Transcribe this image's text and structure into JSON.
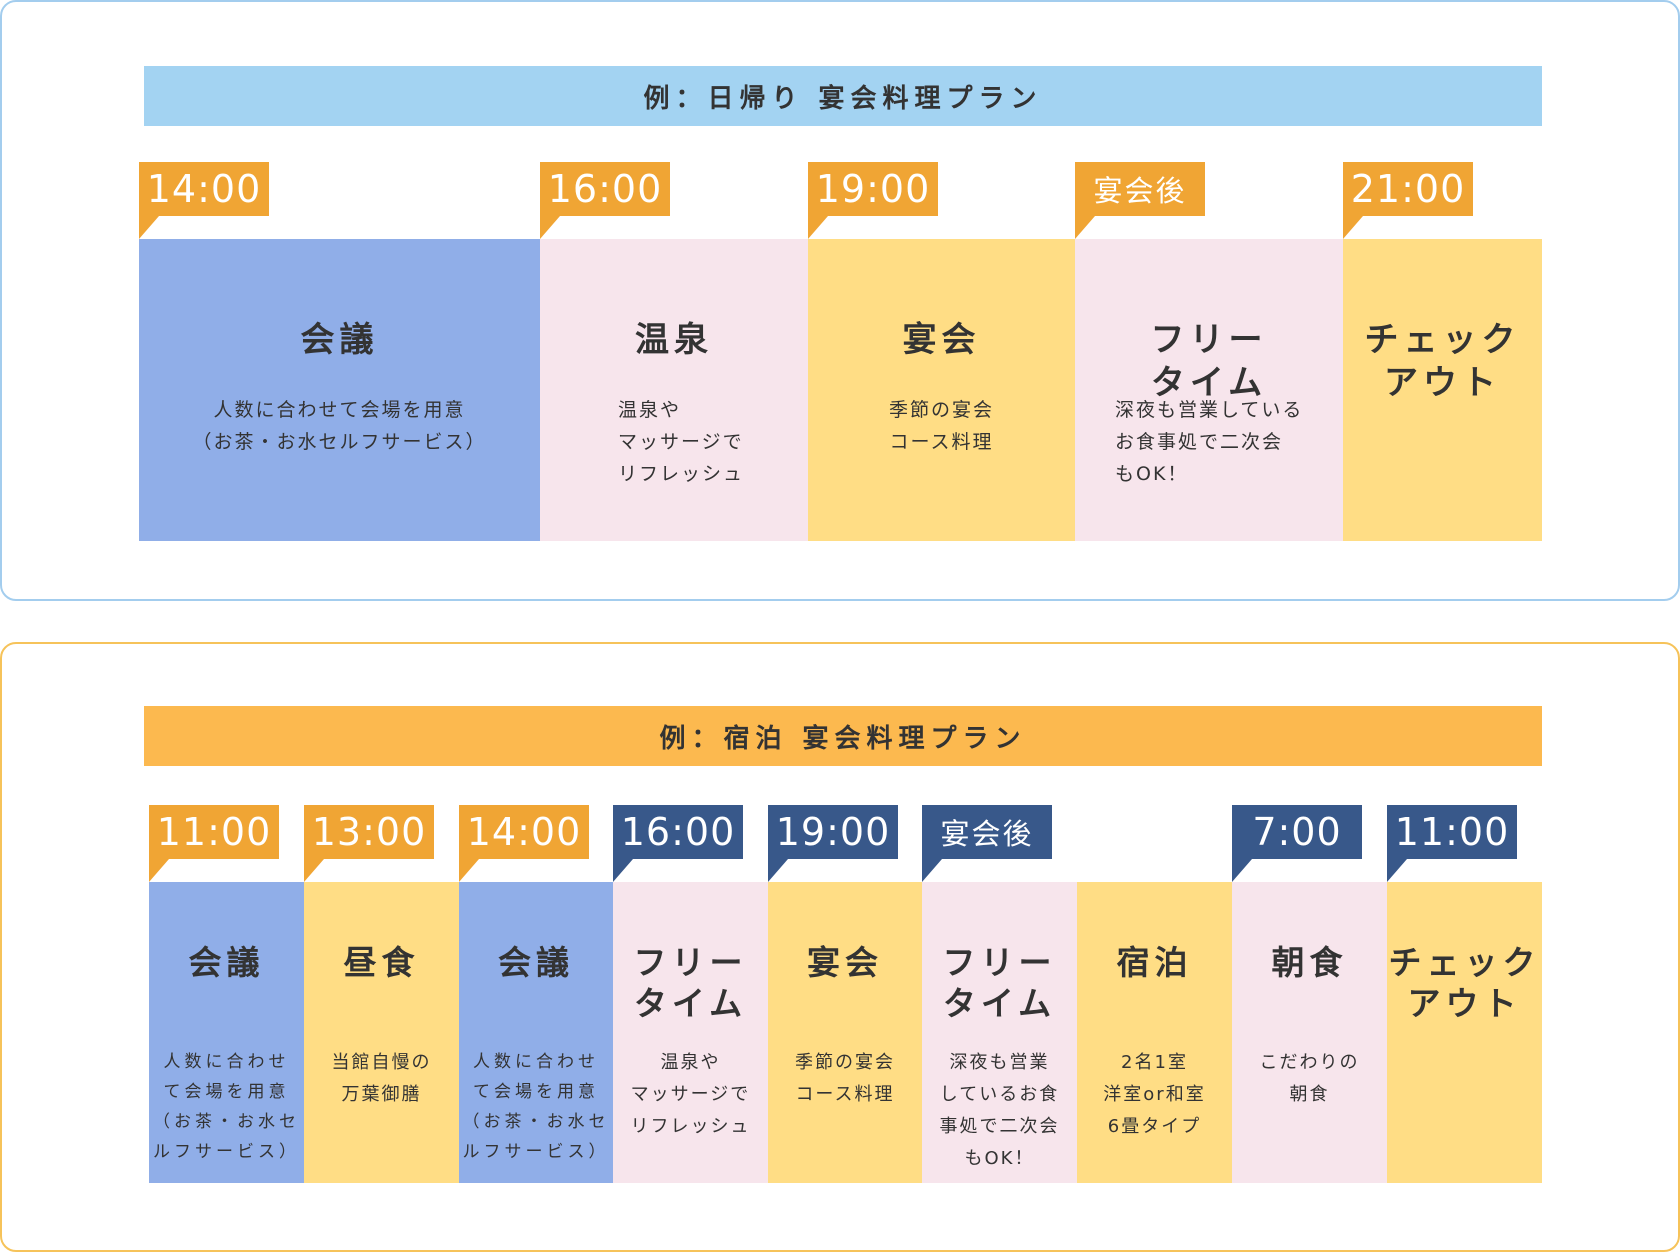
{
  "colors": {
    "blue_block": "#90aee8",
    "pink_block": "#f7e5ec",
    "yellow_block": "#ffdd85",
    "orange_tab": "#f0a534",
    "navy_tab": "#38588a",
    "banner1": "#a3d3f2",
    "banner2": "#fcb94f"
  },
  "plan_dayuse": {
    "title": "例：日帰り 宴会料理プラン",
    "items": [
      {
        "time": "14:00",
        "title": "会議",
        "desc": "人数に合わせて会場を用意\n（お茶・お水セルフサービス）"
      },
      {
        "time": "16:00",
        "title": "温泉",
        "desc": "温泉や\nマッサージで\nリフレッシュ"
      },
      {
        "time": "19:00",
        "title": "宴会",
        "desc": "季節の宴会\nコース料理"
      },
      {
        "time": "宴会後",
        "title": "フリー\nタイム",
        "desc": "深夜も営業している\nお食事処で二次会\nもOK！"
      },
      {
        "time": "21:00",
        "title": "チェック\nアウト",
        "desc": ""
      }
    ]
  },
  "plan_overnight": {
    "title": "例：宿泊 宴会料理プラン",
    "items": [
      {
        "time": "11:00",
        "title": "会議",
        "desc": "人数に合わせ\nて会場を用意\n（お茶・お水セ\nルフサービス）"
      },
      {
        "time": "13:00",
        "title": "昼食",
        "desc": "当館自慢の\n万葉御膳"
      },
      {
        "time": "14:00",
        "title": "会議",
        "desc": "人数に合わせ\nて会場を用意\n（お茶・お水セ\nルフサービス）"
      },
      {
        "time": "16:00",
        "title": "フリー\nタイム",
        "desc": "温泉や\nマッサージで\nリフレッシュ"
      },
      {
        "time": "19:00",
        "title": "宴会",
        "desc": "季節の宴会\nコース料理"
      },
      {
        "time": "宴会後",
        "title": "フリー\nタイム",
        "desc": "深夜も営業\nしているお食\n事処で二次会\nもOK！"
      },
      {
        "time": "",
        "title": "宿泊",
        "desc": "2名1室\n洋室or和室\n6畳タイプ"
      },
      {
        "time": "7:00",
        "title": "朝食",
        "desc": "こだわりの\n朝食"
      },
      {
        "time": "11:00",
        "title": "チェック\nアウト",
        "desc": ""
      }
    ]
  }
}
